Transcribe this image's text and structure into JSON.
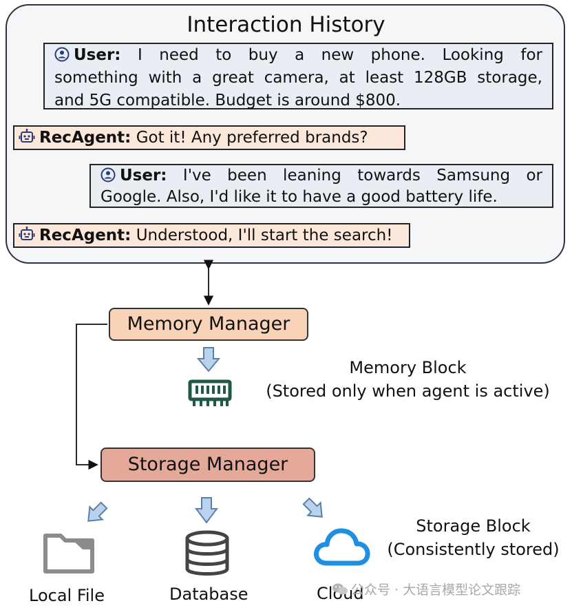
{
  "history": {
    "title": "Interaction History",
    "messages": [
      {
        "speaker": "User:",
        "lines": [
          "I need to buy a new phone. Looking for",
          "something with a great camera, at least 128GB storage,",
          "and 5G compatible. Budget is around $800."
        ]
      },
      {
        "speaker": "RecAgent:",
        "text": "Got it! Any preferred brands?"
      },
      {
        "speaker": "User:",
        "lines": [
          "I've been leaning towards Samsung or",
          "Google. Also, I'd like it to have a good battery life."
        ]
      },
      {
        "speaker": "RecAgent:",
        "text": "Understood, I'll start the search!"
      }
    ]
  },
  "memory_manager": {
    "label": "Memory Manager"
  },
  "memory_block": {
    "title": "Memory Block",
    "subtitle": "(Stored only when agent is active)",
    "icon": "memory-chip-icon"
  },
  "storage_manager": {
    "label": "Storage Manager"
  },
  "storage_block": {
    "title": "Storage Block",
    "subtitle": "(Consistently stored)"
  },
  "storage_targets": [
    {
      "label": "Local File",
      "icon": "folder-icon"
    },
    {
      "label": "Database",
      "icon": "database-icon"
    },
    {
      "label": "Cloud",
      "icon": "cloud-icon"
    }
  ],
  "watermark": "公众号 · 大语言模型论文跟踪",
  "colors": {
    "user_bg": "#e8eef3",
    "agent_bg": "#fbe8da",
    "memory_manager": "#f9d3b8",
    "storage_manager": "#e5a99a",
    "cloud": "#1f8fe0",
    "chip": "#1f5a45",
    "arrow_fill": "#b9d3ee",
    "arrow_stroke": "#5b7fa6"
  }
}
